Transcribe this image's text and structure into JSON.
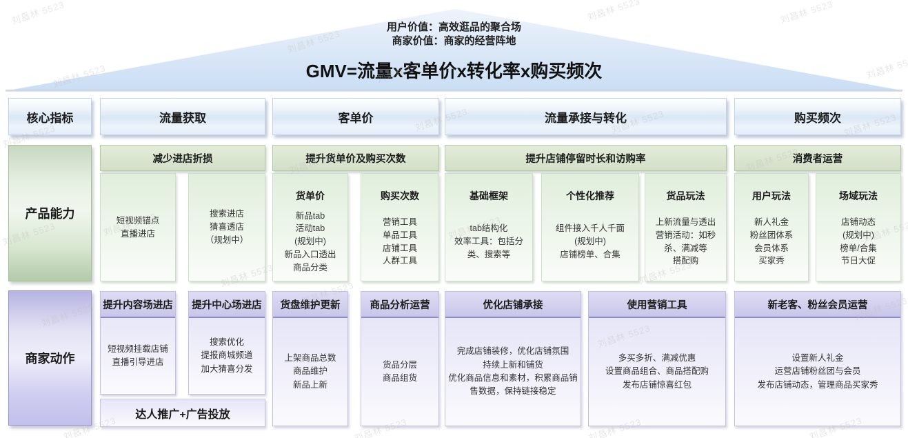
{
  "watermark": "刘昌林 5523",
  "colors": {
    "roof_blue": "#cadef4",
    "header_blue": "#d9e7f5",
    "green_header": "#d2dfc6",
    "green_body": "#e8f2e4",
    "purple_header": "#c9c7ea",
    "purple_body": "#e8e7f7"
  },
  "roof": {
    "line1": "用户价值：高效逛品的聚合场",
    "line2": "商家价值：商家的经营阵地",
    "formula": "GMV=流量x客单价x转化率x购买频次"
  },
  "header_row": {
    "label": "核心指标",
    "columns": [
      "流量获取",
      "客单价",
      "流量承接与转化",
      "购买频次"
    ]
  },
  "product_row": {
    "label": "产品能力",
    "sections": [
      {
        "title": "减少进店折损",
        "boxes": [
          {
            "title": "",
            "lines": [
              "短视频锚点",
              "直播进店"
            ]
          },
          {
            "title": "",
            "lines": [
              "搜索进店",
              "猜喜透店",
              "（规划中）"
            ]
          }
        ]
      },
      {
        "title": "提升货单价及购买次数",
        "boxes": [
          {
            "title": "货单价",
            "lines": [
              "新品tab",
              "活动tab",
              "(规划中)",
              "新品入口透出",
              "商品分类"
            ]
          },
          {
            "title": "购买次数",
            "lines": [
              "营销工具",
              "单品工具",
              "店铺工具",
              "人群工具"
            ]
          }
        ]
      },
      {
        "title": "提升店铺停留时长和访购率",
        "boxes": [
          {
            "title": "基础框架",
            "lines": [
              "tab结构化",
              "效率工具：包括分",
              "类、搜索等"
            ]
          },
          {
            "title": "个性化推荐",
            "lines": [
              "组件接入千人千面",
              "(规划中)",
              "店铺榜单、合集"
            ]
          },
          {
            "title": "货品玩法",
            "lines": [
              "上新流量与透出",
              "营销活动：如秒",
              "杀、满减等",
              "搭配购"
            ]
          }
        ]
      },
      {
        "title": "消费者运营",
        "boxes": [
          {
            "title": "用户玩法",
            "lines": [
              "新人礼金",
              "粉丝团体系",
              "会员体系",
              "买家秀"
            ]
          },
          {
            "title": "场域玩法",
            "lines": [
              "店铺动态",
              "(规划中)",
              "榜单/合集",
              "节日大促"
            ]
          }
        ]
      }
    ]
  },
  "merchant_row": {
    "label": "商家动作",
    "boxes": [
      {
        "title": "提升内容场进店",
        "lines": [
          "短视频挂载店铺",
          "直播引导进店"
        ]
      },
      {
        "title": "提升中心场进店",
        "lines": [
          "搜索优化",
          "提报商城频道",
          "加大猜喜分发"
        ]
      },
      {
        "title": "货盘维护更新",
        "lines": [
          "上架商品总数",
          "商品维护",
          "新品上新"
        ]
      },
      {
        "title": "商品分析运营",
        "lines": [
          "货品分层",
          "商品组货"
        ]
      },
      {
        "title": "优化店铺承接",
        "lines": [
          "完成店铺装修，优化店铺氛围",
          "持续上新和铺货",
          "优化商品信息和素材，积累商品销",
          "售数据，保持链接稳定"
        ]
      },
      {
        "title": "使用营销工具",
        "lines": [
          "多买多折、满减优惠",
          "设置商品组合、商品搭配购",
          "发布店铺惊喜红包"
        ]
      },
      {
        "title": "新老客、粉丝会员运营",
        "lines": [
          "设置新人礼金",
          "运营店铺粉丝团与会员",
          "发布店铺动态，管理商品买家秀"
        ]
      }
    ],
    "promo": "达人推广+广告投放"
  }
}
